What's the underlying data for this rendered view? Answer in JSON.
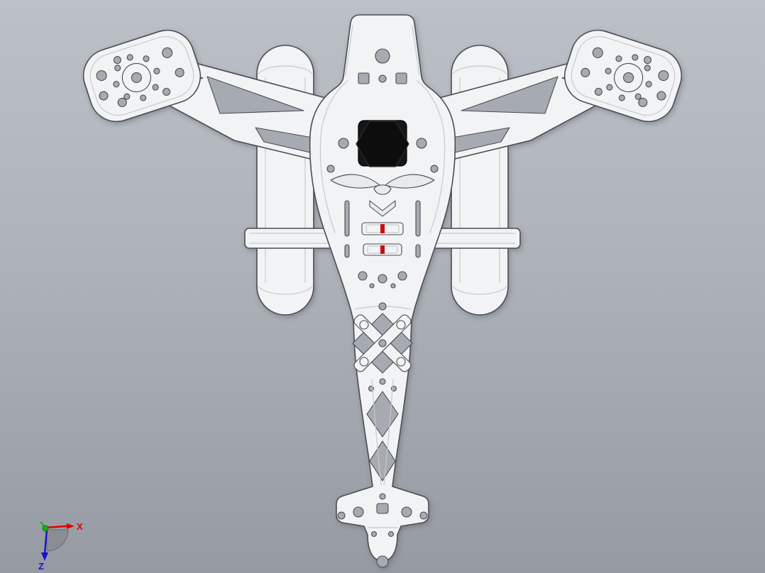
{
  "viewport": {
    "kind": "cad-shaded-view"
  },
  "colors": {
    "bg-top": "#bcc0c7",
    "bg-mid": "#aeb2b9",
    "bg-bottom": "#969aa2",
    "part-fill": "#f2f3f5",
    "part-fill-dark": "#e8eaec",
    "outline": "#4a4d52",
    "seam": "#c7c9cd",
    "hole": "#a6aab1",
    "fc-black": "#141414",
    "strap-red": "#cc1111",
    "axis-x": "#e00000",
    "axis-z": "#1414cc",
    "axis-origin": "#16b016",
    "triad-disc": "#888b90"
  },
  "triad": {
    "x_label": "X",
    "z_label": "Z"
  }
}
